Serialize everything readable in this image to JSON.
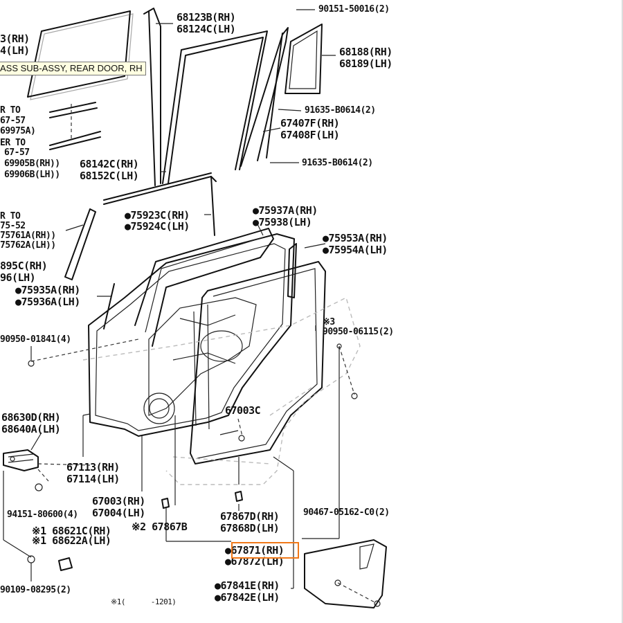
{
  "tooltip": {
    "text": "ASS SUB-ASSY, REAR DOOR, RH"
  },
  "labels": [
    {
      "id": "p1",
      "text": "3(RH)",
      "size": "md"
    },
    {
      "id": "p2",
      "text": "4(LH)",
      "size": "md"
    },
    {
      "id": "p3",
      "text": "68123B(RH)",
      "size": "md"
    },
    {
      "id": "p4",
      "text": "68124C(LH)",
      "size": "md"
    },
    {
      "id": "p5",
      "text": "90151-50016(2)",
      "size": "sm"
    },
    {
      "id": "p6",
      "text": "68188(RH)",
      "size": "md"
    },
    {
      "id": "p7",
      "text": "68189(LH)",
      "size": "md"
    },
    {
      "id": "p8",
      "text": "R TO",
      "size": "sm"
    },
    {
      "id": "p9",
      "text": "67-57",
      "size": "sm"
    },
    {
      "id": "p10",
      "text": "69975A)",
      "size": "sm"
    },
    {
      "id": "p11",
      "text": "ER TO",
      "size": "sm"
    },
    {
      "id": "p12",
      "text": "67-57",
      "size": "sm"
    },
    {
      "id": "p13",
      "text": "69905B(RH))",
      "size": "sm"
    },
    {
      "id": "p14",
      "text": "69906B(LH))",
      "size": "sm"
    },
    {
      "id": "p15",
      "text": "91635-B0614(2)",
      "size": "sm"
    },
    {
      "id": "p16",
      "text": "67407F(RH)",
      "size": "md"
    },
    {
      "id": "p17",
      "text": "67408F(LH)",
      "size": "md"
    },
    {
      "id": "p18",
      "text": "68142C(RH)",
      "size": "md"
    },
    {
      "id": "p19",
      "text": "68152C(LH)",
      "size": "md"
    },
    {
      "id": "p20",
      "text": "91635-B0614(2)",
      "size": "sm"
    },
    {
      "id": "p21",
      "text": "R TO",
      "size": "sm"
    },
    {
      "id": "p22",
      "text": "75-52",
      "size": "sm"
    },
    {
      "id": "p23",
      "text": "75761A(RH))",
      "size": "sm"
    },
    {
      "id": "p24",
      "text": "75762A(LH))",
      "size": "sm"
    },
    {
      "id": "p25",
      "text": "●75923C(RH)",
      "size": "md"
    },
    {
      "id": "p26",
      "text": "●75924C(LH)",
      "size": "md"
    },
    {
      "id": "p27",
      "text": "●75937A(RH)",
      "size": "md"
    },
    {
      "id": "p28",
      "text": "●75938(LH)",
      "size": "md"
    },
    {
      "id": "p29",
      "text": "●75953A(RH)",
      "size": "md"
    },
    {
      "id": "p30",
      "text": "●75954A(LH)",
      "size": "md"
    },
    {
      "id": "p31",
      "text": "895C(RH)",
      "size": "md"
    },
    {
      "id": "p32",
      "text": "96(LH)",
      "size": "md"
    },
    {
      "id": "p33",
      "text": "●75935A(RH)",
      "size": "md"
    },
    {
      "id": "p34",
      "text": "●75936A(LH)",
      "size": "md"
    },
    {
      "id": "p35",
      "text": "※3",
      "size": "sm"
    },
    {
      "id": "p36",
      "text": "90950-06115(2)",
      "size": "sm"
    },
    {
      "id": "p37",
      "text": "90950-01841(4)",
      "size": "sm"
    },
    {
      "id": "p38",
      "text": "67003C",
      "size": "md"
    },
    {
      "id": "p39",
      "text": "68630D(RH)",
      "size": "md"
    },
    {
      "id": "p40",
      "text": "68640A(LH)",
      "size": "md"
    },
    {
      "id": "p41",
      "text": "67113(RH)",
      "size": "md"
    },
    {
      "id": "p42",
      "text": "67114(LH)",
      "size": "md"
    },
    {
      "id": "p43",
      "text": "67003(RH)",
      "size": "md"
    },
    {
      "id": "p44",
      "text": "67004(LH)",
      "size": "md"
    },
    {
      "id": "p45",
      "text": "94151-80600(4)",
      "size": "sm"
    },
    {
      "id": "p46",
      "text": "67867D(RH)",
      "size": "md"
    },
    {
      "id": "p47",
      "text": "67868D(LH)",
      "size": "md"
    },
    {
      "id": "p48",
      "text": "90467-05162-C0(2)",
      "size": "sm"
    },
    {
      "id": "p49",
      "text": "※2 67867B",
      "size": "md"
    },
    {
      "id": "p50",
      "text": "※1 68621C(RH)",
      "size": "md"
    },
    {
      "id": "p51",
      "text": "※1 68622A(LH)",
      "size": "md"
    },
    {
      "id": "p52",
      "text": "●67871(RH)",
      "size": "md"
    },
    {
      "id": "p53",
      "text": "●67872(LH)",
      "size": "md"
    },
    {
      "id": "p54",
      "text": "90109-08295(2)",
      "size": "sm"
    },
    {
      "id": "p55",
      "text": "●67841E(RH)",
      "size": "md"
    },
    {
      "id": "p56",
      "text": "●67842E(LH)",
      "size": "md"
    },
    {
      "id": "p57",
      "text": "※1(      -1201)",
      "size": "xs"
    }
  ],
  "highlight": {
    "part": "67871(RH)",
    "color": "#f07818"
  }
}
